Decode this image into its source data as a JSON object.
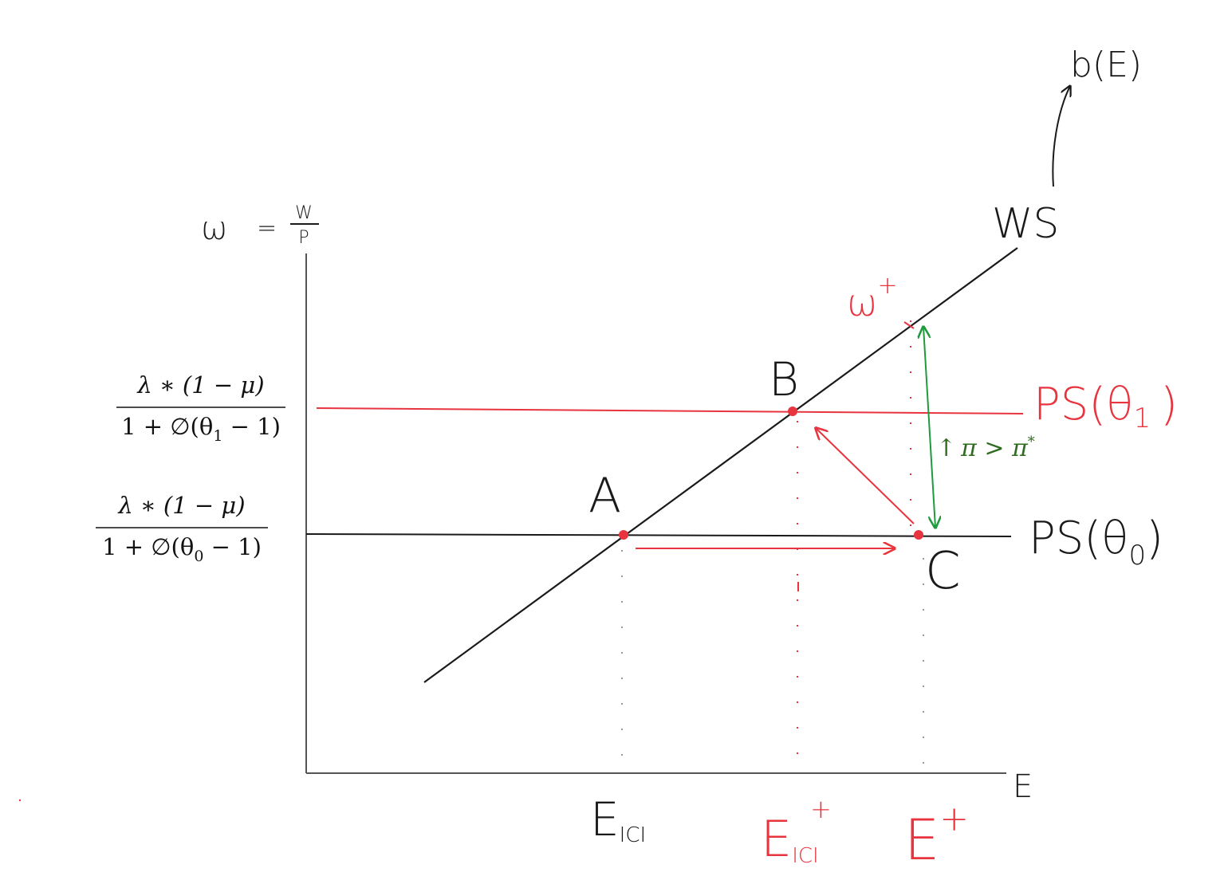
{
  "y_axis": {
    "omega": "ω",
    "eq": "=",
    "frac_num": "W",
    "frac_den": "P"
  },
  "x_axis": {
    "label": "E"
  },
  "ps_theta1_formula": {
    "numerator": "λ ∗ (1 − μ)",
    "den_prefix": "1 + ∅(θ",
    "den_sub": "1",
    "den_suffix": " − 1)"
  },
  "ps_theta0_formula": {
    "numerator": "λ ∗ (1 − μ)",
    "den_prefix": "1 + ∅(θ",
    "den_sub": "0",
    "den_suffix": " − 1)"
  },
  "curves": {
    "ws_label": "WS",
    "ps1_label": "PS(θ",
    "ps1_sub": "1",
    "ps1_close": ")",
    "ps0_label": "PS(θ",
    "ps0_sub": "0",
    "ps0_close": ")",
    "b_label": "b(E)"
  },
  "points": {
    "a": "A",
    "b": "B",
    "c": "C"
  },
  "w_plus": {
    "base": "ω",
    "sup": "+"
  },
  "inflation": {
    "arrow": "↑",
    "text": "π > π",
    "sup": "*"
  },
  "x_ticks": {
    "e_ici": {
      "base": "E",
      "sub": "ICI"
    },
    "e_ici_plus": {
      "base": "E",
      "sub": "ICI",
      "sup": "+"
    },
    "e_plus": {
      "base": "E",
      "sup": "+"
    }
  },
  "colors": {
    "black": "#1a1a1a",
    "axis": "#555555",
    "red": "#e8343f",
    "green": "#1f9a3e",
    "dark_green": "#2f6b1f"
  }
}
